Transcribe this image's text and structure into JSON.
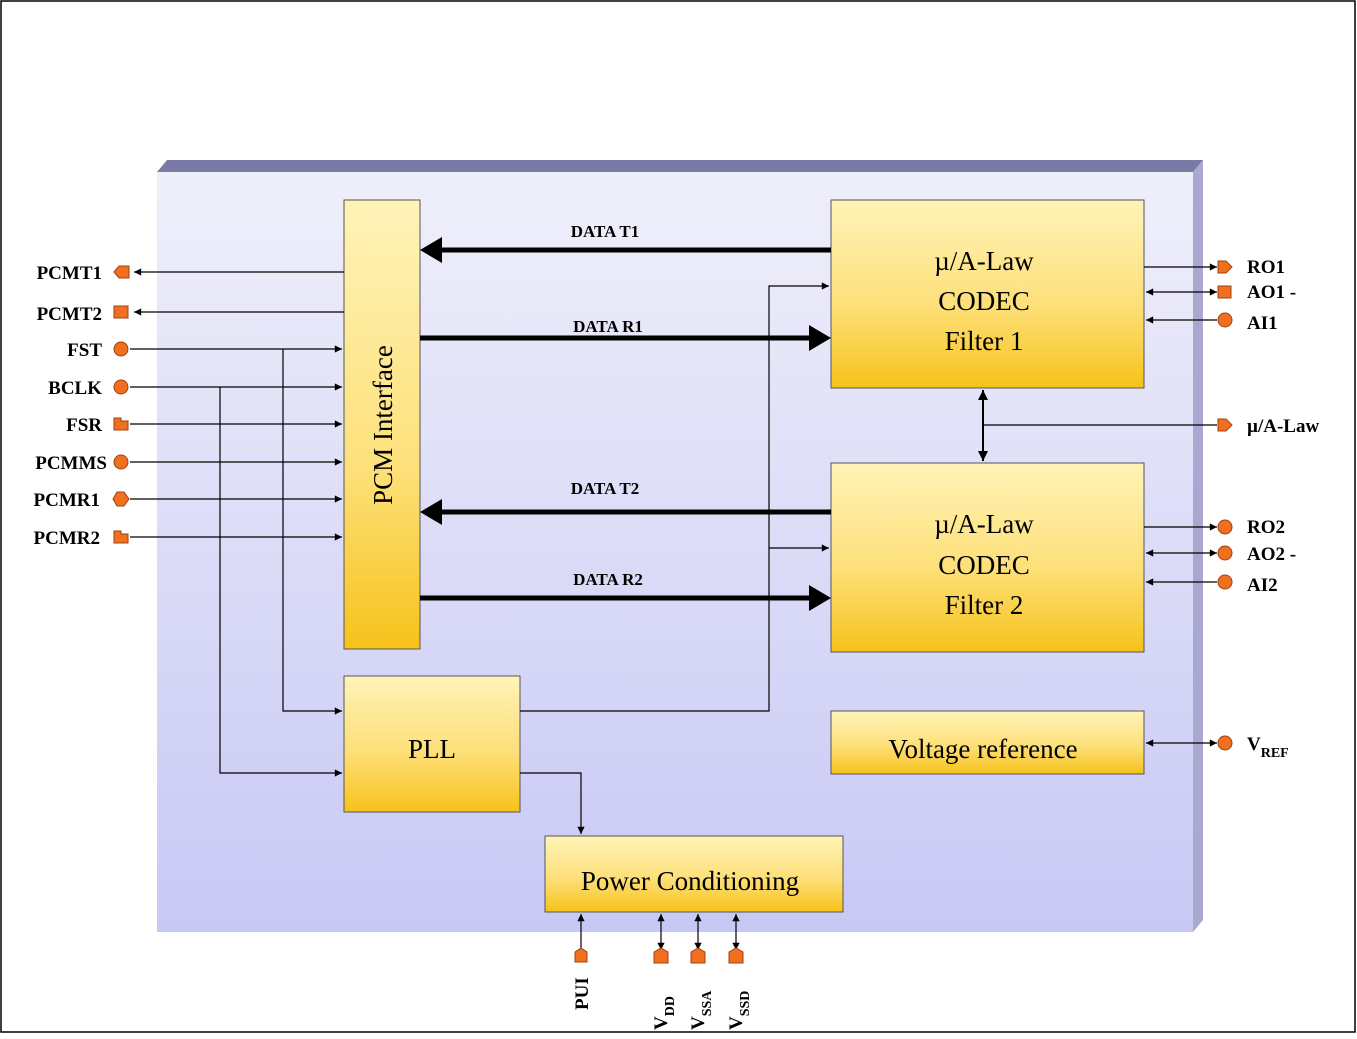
{
  "blocks": {
    "pcm": "PCM Interface",
    "codec1": [
      "µ/A-Law",
      "CODEC",
      "Filter 1"
    ],
    "codec2": [
      "µ/A-Law",
      "CODEC",
      "Filter 2"
    ],
    "pll": "PLL",
    "vref": "Voltage reference",
    "power": "Power Conditioning"
  },
  "buses": {
    "t1": "DATA T1",
    "r1": "DATA R1",
    "t2": "DATA T2",
    "r2": "DATA R2"
  },
  "left_pins": [
    "PCMT1",
    "PCMT2",
    "FST",
    "BCLK",
    "FSR",
    "PCMMS",
    "PCMR1",
    "PCMR2"
  ],
  "right_pins": {
    "ro1": "RO1",
    "ao1": "AO1 -",
    "ai1": "AI1",
    "law": "µ/A-Law",
    "ro2": "RO2",
    "ao2": "AO2 -",
    "ai2": "AI2",
    "vref_main": "V",
    "vref_sub": "REF"
  },
  "bottom_pins": {
    "pui": "PUI",
    "vdd_main": "V",
    "vdd_sub": "DD",
    "vssa_main": "V",
    "vssa_sub": "SSA",
    "vssd_main": "V",
    "vssd_sub": "SSD"
  },
  "colors": {
    "chip_top": "#eeeef8",
    "chip_bottom": "#c8c8f4",
    "chip_edge": "#7878a0",
    "block_top": "#fff2b0",
    "block_bottom": "#f8c820",
    "pin": "#f07020"
  }
}
